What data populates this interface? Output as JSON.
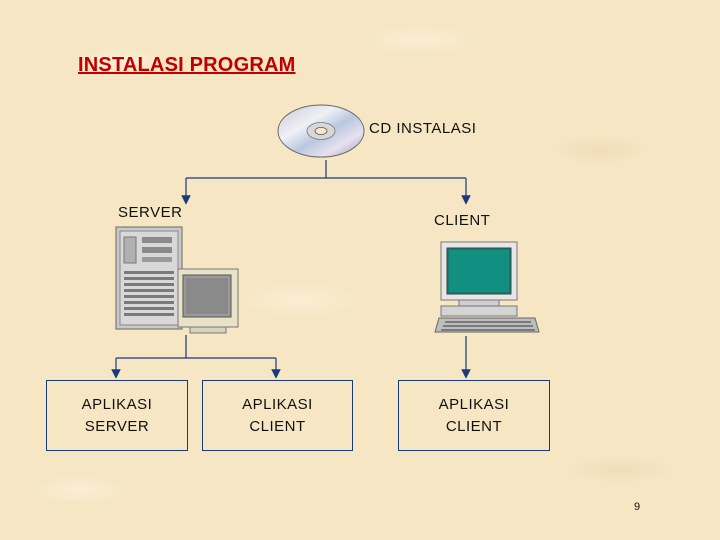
{
  "title": "INSTALASI PROGRAM",
  "nodes": {
    "cd": {
      "label": "CD INSTALASI",
      "icon": "cd-disc-icon"
    },
    "server": {
      "label": "SERVER",
      "icon": "server-computer-icon"
    },
    "client": {
      "label": "CLIENT",
      "icon": "client-computer-icon"
    }
  },
  "boxes": {
    "app_server": "APLIKASI\nSERVER",
    "app_client_1": "APLIKASI\nCLIENT",
    "app_client_2": "APLIKASI\nCLIENT"
  },
  "page_number": "9",
  "colors": {
    "background": "#f6e6c4",
    "title": "#c00000",
    "connector": "#1a3a7a"
  }
}
